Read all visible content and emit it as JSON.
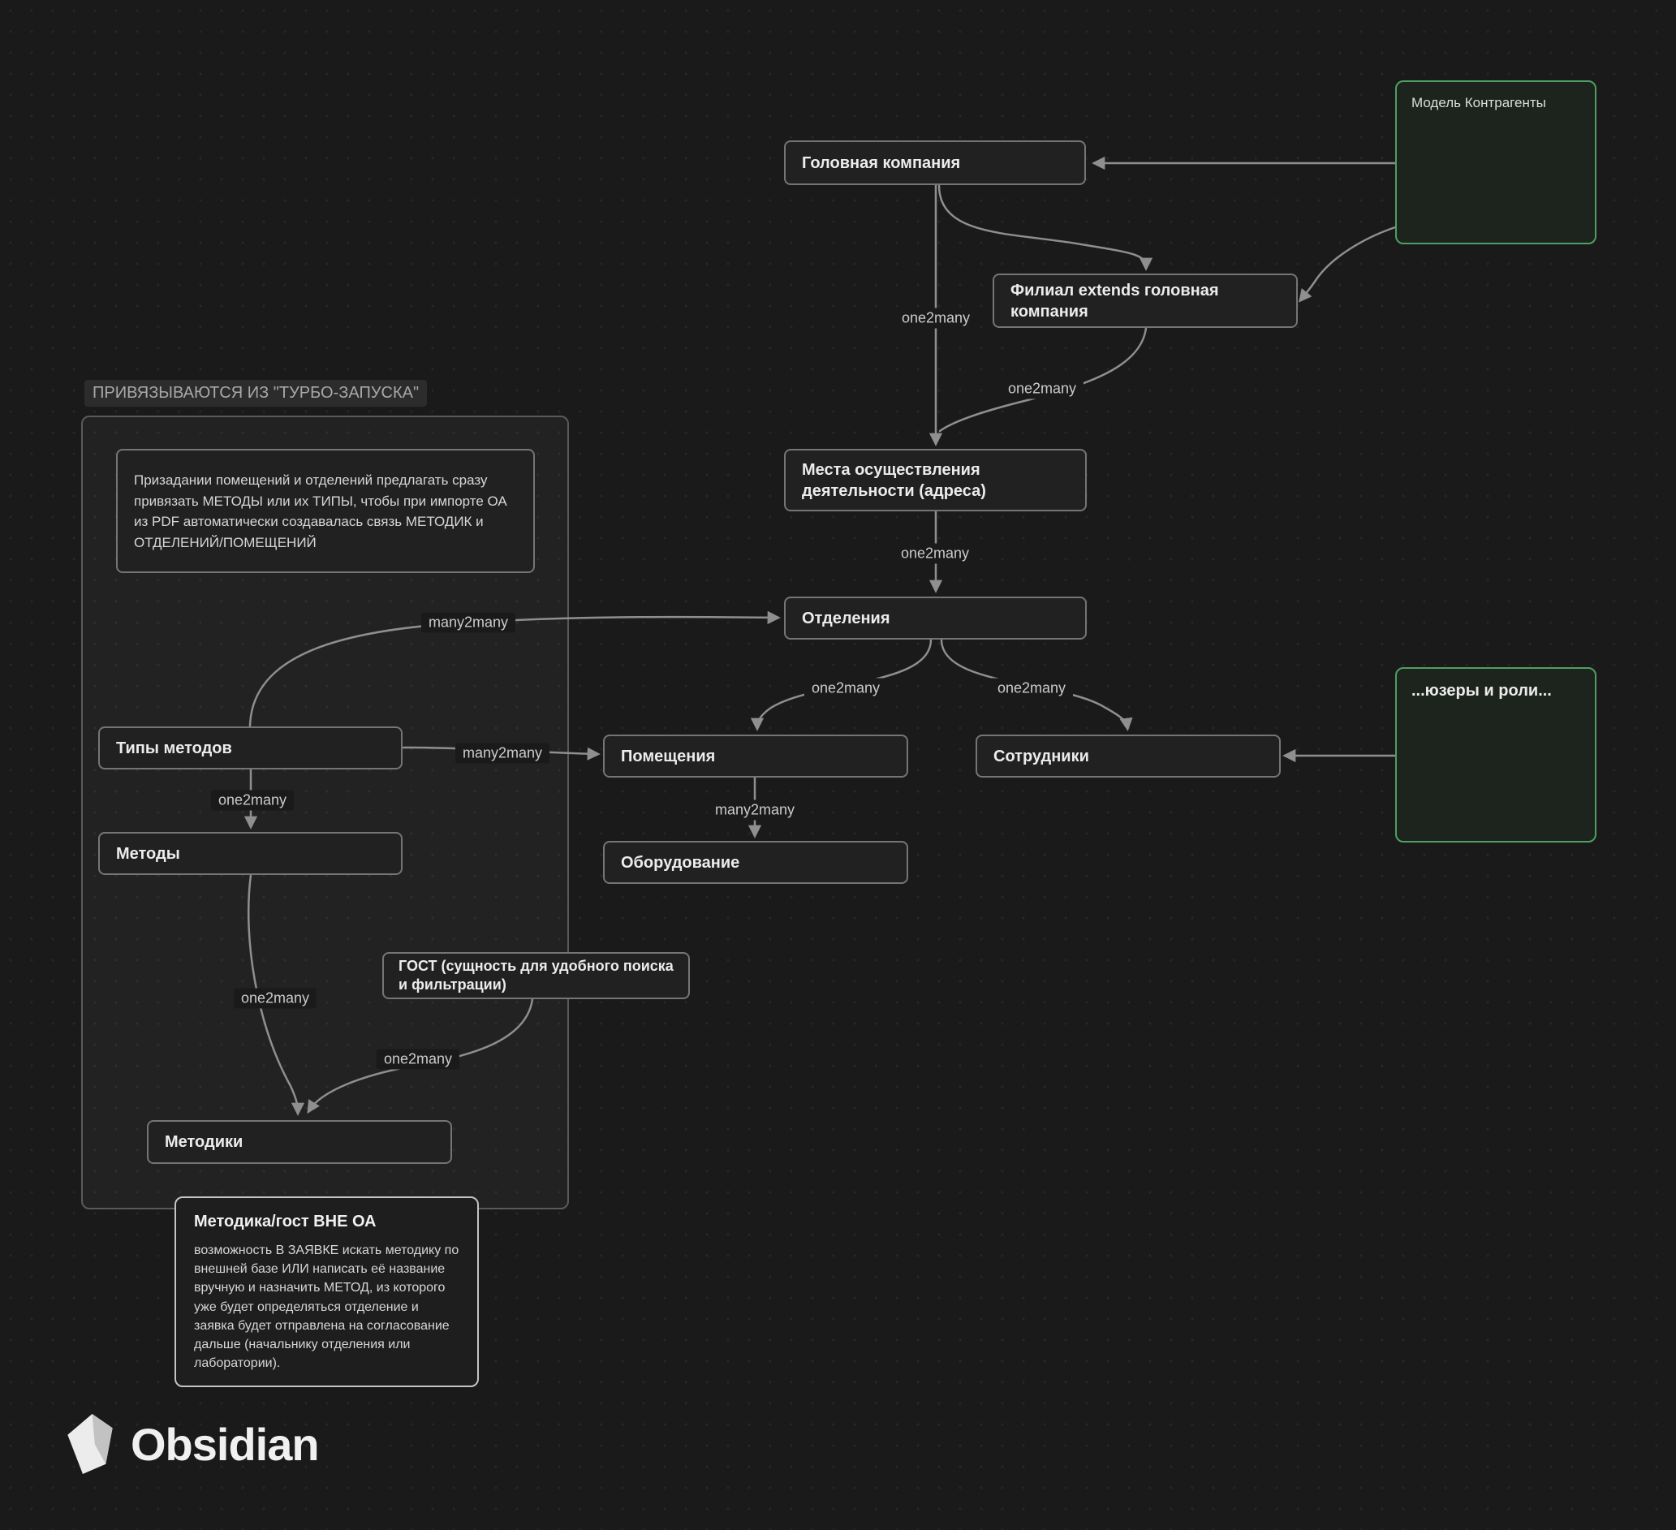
{
  "colors": {
    "canvas_bg": "#1a1a1a",
    "card_border": "#757575",
    "green_border": "#4d9f63",
    "edge": "#8f8f8f"
  },
  "group": {
    "label": "ПРИВЯЗЫВАЮТСЯ ИЗ \"ТУРБО-ЗАПУСКА\""
  },
  "nodes": {
    "model_kontragenty": "Модель Контрагенты",
    "golovnaya_kompaniya": "Головная компания",
    "filial": "Филиал extends головная компания",
    "mesta": "Места осуществления деятельности (адреса)",
    "otdeleniya": "Отделения",
    "pomeshcheniya": "Помещения",
    "sotrudniki": "Сотрудники",
    "oborudovanie": "Оборудование",
    "tipy_metodov": "Типы методов",
    "metody": "Методы",
    "metodiki": "Методики",
    "gost": "ГОСТ (сущность для удобного поиска и фильтрации)",
    "users_roles": "...юзеры и роли...",
    "turbo_note": "Призадании помещений и отделений предлагать сразу привязать МЕТОДЫ или их ТИПЫ, чтобы при импорте ОА из PDF автоматически создавалась связь МЕТОДИК и ОТДЕЛЕНИЙ/ПОМЕЩЕНИЙ",
    "metodika_vne_oa_title": "Методика/гост ВНЕ ОА",
    "metodika_vne_oa_body": "возможность В ЗАЯВКЕ искать методику по внешней базе ИЛИ написать её название вручную и назначить МЕТОД, из которого уже будет определяться отделение и заявка будет отправлена на согласование дальше (начальнику отделения или лаборатории)."
  },
  "edge_labels": {
    "golovnaya_mesta": "one2many",
    "filial_mesta": "one2many",
    "mesta_otdeleniya": "one2many",
    "tipy_otdeleniya": "many2many",
    "otdeleniya_pomeshcheniya": "one2many",
    "otdeleniya_sotrudniki": "one2many",
    "tipy_pomeshcheniya": "many2many",
    "tipy_metody": "one2many",
    "pomeshcheniya_oborudovanie": "many2many",
    "metody_metodiki": "one2many",
    "gost_metodiki": "one2many"
  },
  "branding": {
    "wordmark": "Obsidian"
  }
}
